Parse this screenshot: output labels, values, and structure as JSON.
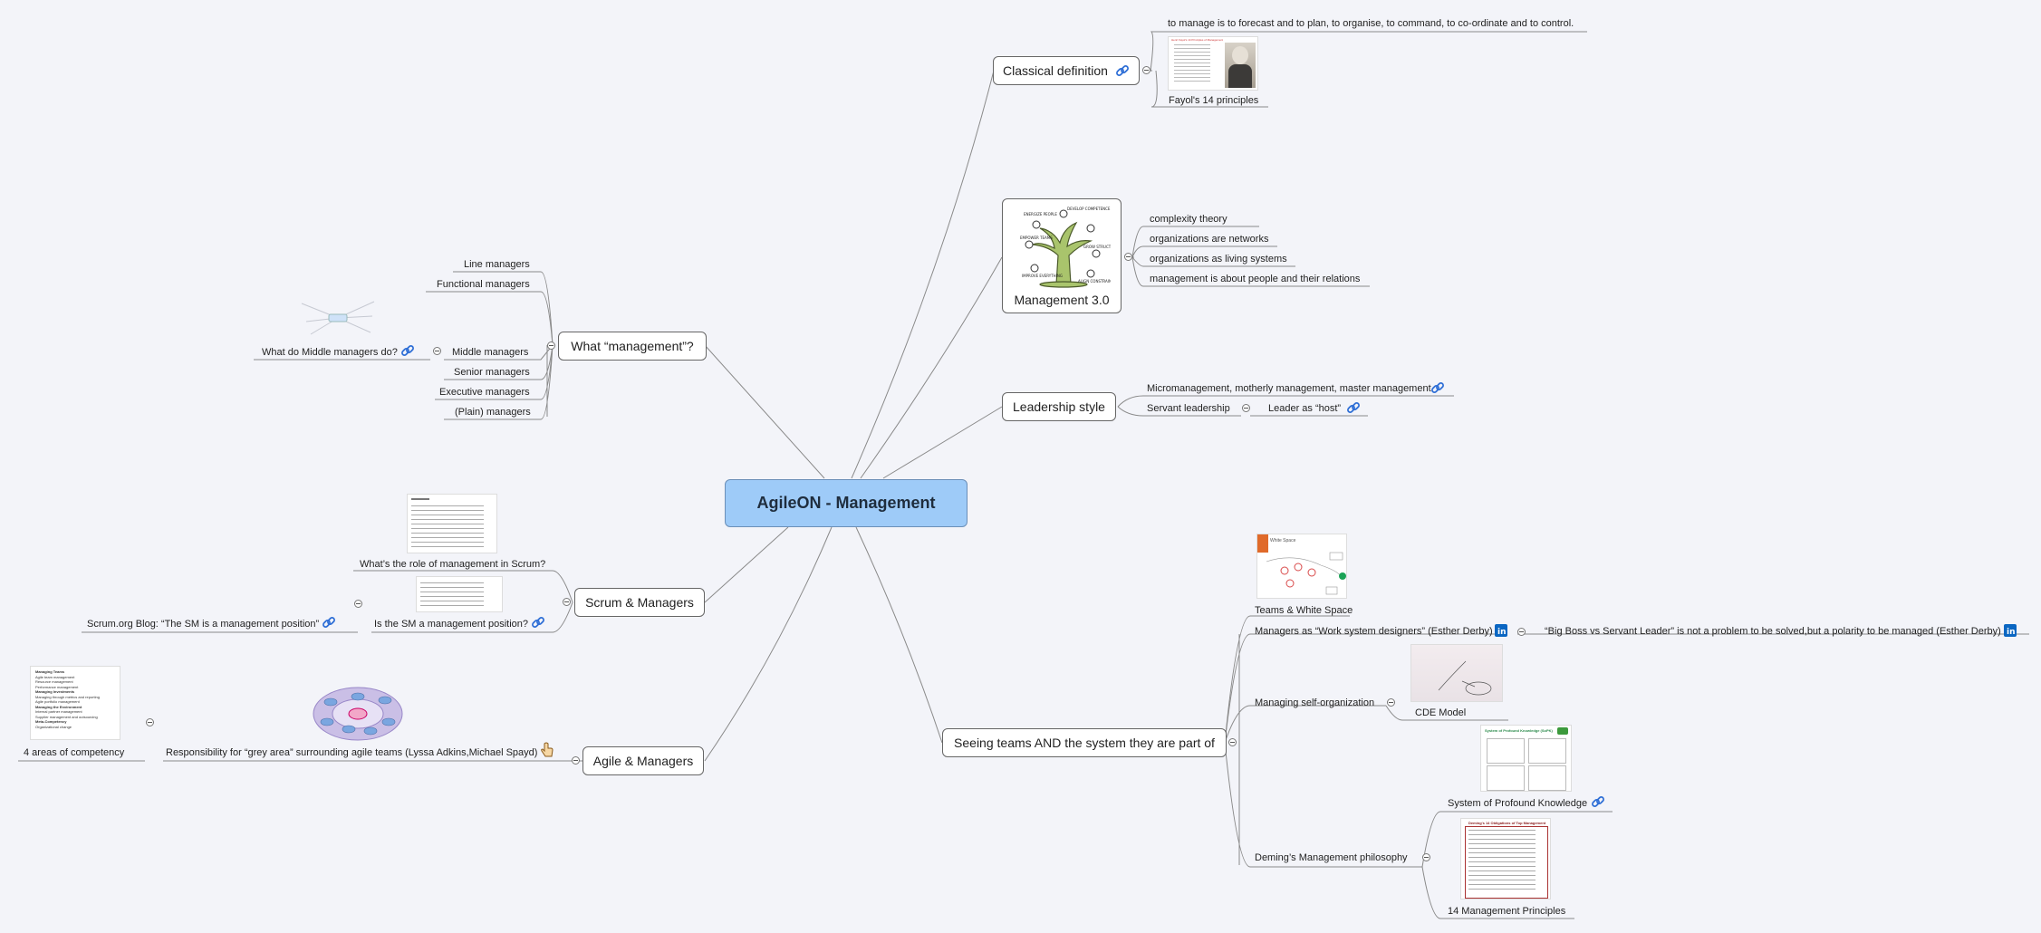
{
  "central": "AgileON - Management",
  "branches": {
    "classical": {
      "label": "Classical definition",
      "definition": "to manage is to forecast and to plan, to organise, to command, to co-ordinate and to control.",
      "fayol": "Fayol's 14 principles"
    },
    "m30": {
      "label": "Management 3.0",
      "items": [
        "complexity theory",
        "organizations are networks",
        "organizations as living systems",
        "management is about people and their relations"
      ]
    },
    "leadership": {
      "label": "Leadership style",
      "micro": "Micromanagement, motherly management, master management",
      "servant": "Servant leadership",
      "host": "Leader as “host”"
    },
    "what": {
      "label": "What “management”?",
      "items": [
        "Line managers",
        "Functional managers",
        "Middle managers",
        "Senior managers",
        "Executive managers",
        "(Plain) managers"
      ],
      "middle_question": "What do Middle managers do?"
    },
    "scrum": {
      "label": "Scrum & Managers",
      "role": "What’s the role of management in Scrum?",
      "sm_position": "Is the SM a management position?",
      "blog": "Scrum.org Blog: “The SM is a management position”"
    },
    "agile": {
      "label": "Agile & Managers",
      "grey": "Responsibility for “grey area” surrounding agile teams (Lyssa Adkins,Michael Spayd)",
      "areas": "4 areas of competency"
    },
    "system": {
      "label": "Seeing teams AND the system they are part of",
      "white_space": "Teams & White Space",
      "designers": "Managers as “Work system designers” (Esther Derby)",
      "polarity": "“Big Boss vs Servant Leader” is not a problem to be solved,but a polarity to be managed (Esther Derby)",
      "self_org": "Managing self-organization",
      "cde": "CDE Model",
      "profound": "System of Profound Knowledge",
      "deming": "Deming’s Management philosophy",
      "principles": "14 Management Principles"
    }
  },
  "thumbnails": {
    "fayol_title": "Henri Fayol's 14 Principles of Management",
    "white_space_title": "White Space",
    "competency_lines": [
      "Managing Teams",
      "Agile team management",
      "Resource management",
      "Performance management",
      "Managing Investments",
      "Managing through metrics and reporting",
      "Agile portfolio management",
      "Managing the Environment",
      "Internal partner management",
      "Supplier management and outsourcing",
      "Meta-Competency",
      "Organizational change"
    ],
    "deming_title": "Deming's 14 Obligations of Top Management",
    "profound_title": "System of Profound Knowledge (SoPK)"
  },
  "colors": {
    "central_fill": "#9ecbf8",
    "link_icon": "#2f6fd6",
    "linkedin": "#0a66c2",
    "connector": "#8a8a8a"
  },
  "icons": [
    "link-icon",
    "linkedin-icon",
    "collapse-icon",
    "hand-pointer-icon"
  ]
}
